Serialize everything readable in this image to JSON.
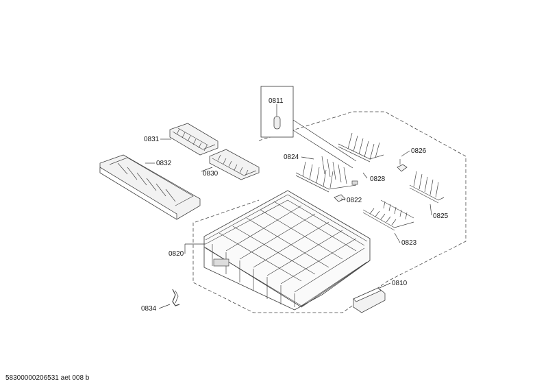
{
  "diagram": {
    "labels": {
      "p0811": "0811",
      "p0831": "0831",
      "p0832": "0832",
      "p0830": "0830",
      "p0824": "0824",
      "p0828": "0828",
      "p0826": "0826",
      "p0822": "0822",
      "p0825": "0825",
      "p0823": "0823",
      "p0820": "0820",
      "p0810": "0810",
      "p0834": "0834"
    },
    "footer": "58300000206531 aet 008 b"
  }
}
